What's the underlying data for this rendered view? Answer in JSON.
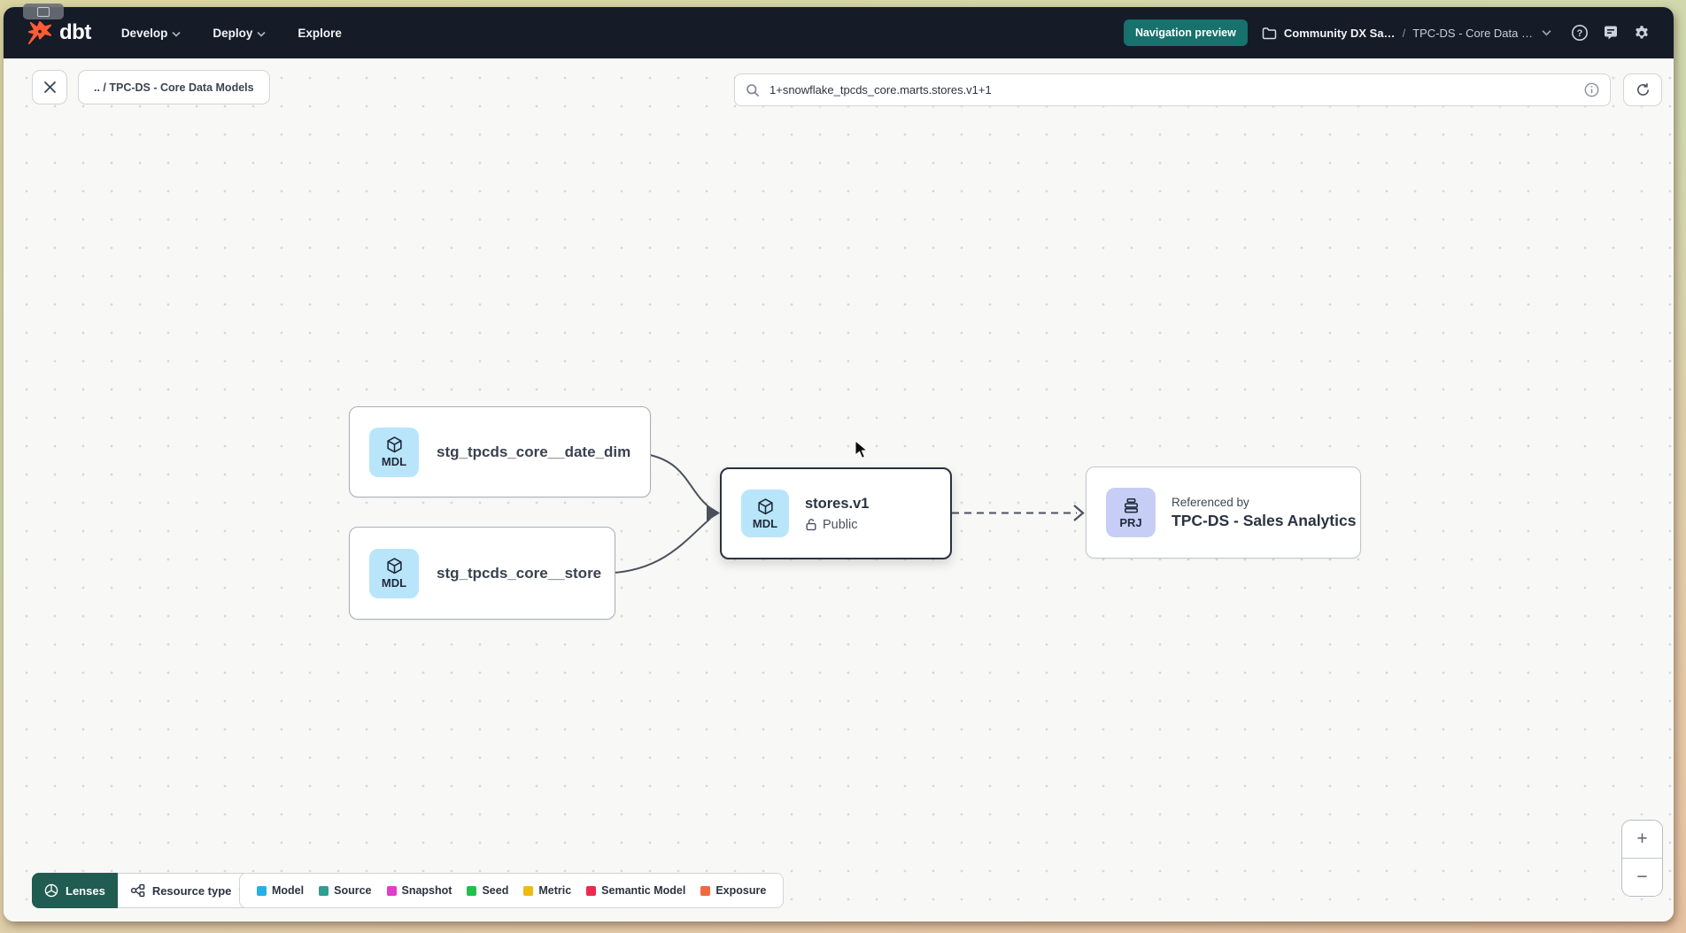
{
  "navbar": {
    "logo_text": "dbt",
    "logo_color": "#ff5c35",
    "bg_color": "#151b27",
    "menus": [
      {
        "label": "Develop"
      },
      {
        "label": "Deploy"
      },
      {
        "label": "Explore"
      }
    ],
    "preview_badge": {
      "label": "Navigation preview",
      "color": "#17716d"
    },
    "breadcrumb": {
      "project": "Community DX Sa…",
      "separator": "/",
      "section": "TPC-DS - Core Data …"
    }
  },
  "toolbar": {
    "path_chip": ".. / TPC-DS - Core Data Models",
    "search": {
      "value": "1+snowflake_tpcds_core.marts.stores.v1+1"
    }
  },
  "graph": {
    "badge_colors": {
      "mdl": "#b9e5fb",
      "prj": "#c7cef6"
    },
    "edge_color": "#4b525d",
    "selected_border": "#2a3240",
    "nodes": [
      {
        "badge": "MDL",
        "label": "stg_tpcds_core__date_dim"
      },
      {
        "badge": "MDL",
        "label": "stg_tpcds_core__store"
      },
      {
        "badge": "MDL",
        "label": "stores.v1",
        "access": "Public"
      },
      {
        "badge": "PRJ",
        "label_top": "Referenced by",
        "label": "TPC-DS - Sales Analytics"
      }
    ]
  },
  "footer": {
    "lenses": {
      "label": "Lenses",
      "color": "#205c52"
    },
    "resource_type_label": "Resource type",
    "legend": [
      {
        "label": "Model",
        "color": "#27b0e4"
      },
      {
        "label": "Source",
        "color": "#2f9e93"
      },
      {
        "label": "Snapshot",
        "color": "#e23ccb"
      },
      {
        "label": "Seed",
        "color": "#22c04b"
      },
      {
        "label": "Metric",
        "color": "#eebc10"
      },
      {
        "label": "Semantic Model",
        "color": "#ee2950"
      },
      {
        "label": "Exposure",
        "color": "#f2693f"
      }
    ]
  },
  "zoom_controls": {
    "zoom_in": "+",
    "zoom_out": "−"
  }
}
